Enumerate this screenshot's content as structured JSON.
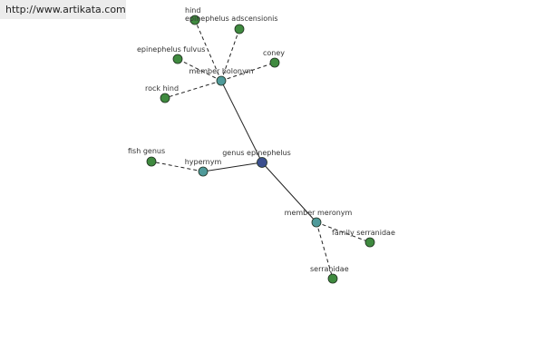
{
  "banner": {
    "url_text": "http://www.artikata.com"
  },
  "colors": {
    "background": "#ffffff",
    "banner_bg": "#ececec",
    "center_node": "#3b4f8f",
    "relation_node": "#4f9a9a",
    "leaf_node": "#3f8a3f",
    "node_stroke": "#1f2f1f",
    "solid_edge": "#222222",
    "dashed_edge": "#222222"
  },
  "graph": {
    "nodes": [
      {
        "id": "genus-epinephelus",
        "label": "genus epinephelus",
        "kind": "center"
      },
      {
        "id": "member-holonym",
        "label": "member holonym",
        "kind": "relation"
      },
      {
        "id": "hypernym",
        "label": "hypernym",
        "kind": "relation"
      },
      {
        "id": "member-meronym",
        "label": "member meronym",
        "kind": "relation"
      },
      {
        "id": "hind",
        "label": "hind",
        "kind": "leaf"
      },
      {
        "id": "epinephelus-adscensionis",
        "label": "epinephelus adscensionis",
        "kind": "leaf"
      },
      {
        "id": "epinephelus-fulvus",
        "label": "epinephelus fulvus",
        "kind": "leaf"
      },
      {
        "id": "coney",
        "label": "coney",
        "kind": "leaf"
      },
      {
        "id": "rock-hind",
        "label": "rock hind",
        "kind": "leaf"
      },
      {
        "id": "fish-genus",
        "label": "fish genus",
        "kind": "leaf"
      },
      {
        "id": "family-serranidae",
        "label": "family serranidae",
        "kind": "leaf"
      },
      {
        "id": "serranidae",
        "label": "serranidae",
        "kind": "leaf"
      }
    ],
    "edges": [
      {
        "from": "genus-epinephelus",
        "to": "member-holonym",
        "style": "solid"
      },
      {
        "from": "genus-epinephelus",
        "to": "hypernym",
        "style": "solid"
      },
      {
        "from": "genus-epinephelus",
        "to": "member-meronym",
        "style": "solid"
      },
      {
        "from": "member-holonym",
        "to": "hind",
        "style": "dashed"
      },
      {
        "from": "member-holonym",
        "to": "epinephelus-adscensionis",
        "style": "dashed"
      },
      {
        "from": "member-holonym",
        "to": "epinephelus-fulvus",
        "style": "dashed"
      },
      {
        "from": "member-holonym",
        "to": "coney",
        "style": "dashed"
      },
      {
        "from": "member-holonym",
        "to": "rock-hind",
        "style": "dashed"
      },
      {
        "from": "hypernym",
        "to": "fish-genus",
        "style": "dashed"
      },
      {
        "from": "member-meronym",
        "to": "family-serranidae",
        "style": "dashed"
      },
      {
        "from": "member-meronym",
        "to": "serranidae",
        "style": "dashed"
      }
    ]
  }
}
